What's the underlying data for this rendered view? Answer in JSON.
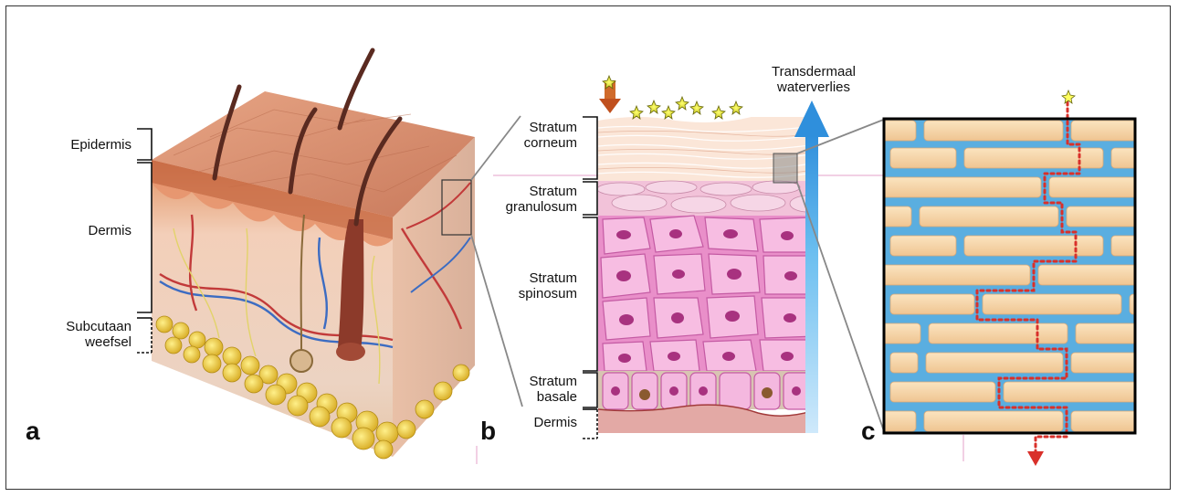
{
  "panels": {
    "a": {
      "letter": "a",
      "labels": {
        "epidermis": "Epidermis",
        "dermis": "Dermis",
        "subcutaneous": "Subcutaan\nweefsel"
      }
    },
    "b": {
      "letter": "b",
      "labels": {
        "corneum": "Stratum\ncorneum",
        "granulosum": "Stratum\ngranulosum",
        "spinosum": "Stratum\nspinosum",
        "basale": "Stratum\nbasale",
        "dermis": "Dermis",
        "tewl": "Transdermaal\nwaterverlies"
      }
    },
    "c": {
      "letter": "c"
    }
  },
  "colors": {
    "skin_surface": "#d98f72",
    "dermis": "#efc9b8",
    "fat": "#e8c83a",
    "cell_pink": "#f0a3d8",
    "nucleus": "#a8327f",
    "corneocyte": "#f5d5a8",
    "lipid": "#5aaee0",
    "pathway": "#d9302a",
    "arrow_blue": "#3aa0e6",
    "arrow_brown": "#c0501e"
  }
}
